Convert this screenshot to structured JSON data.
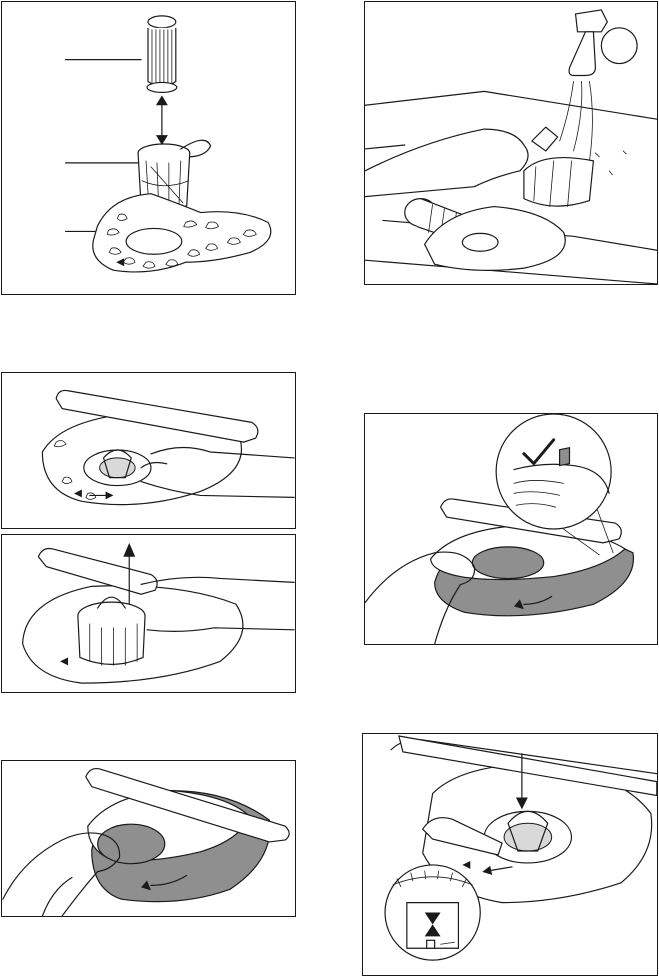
{
  "figures": [
    {
      "id": "fig1",
      "description_icon": "filter-assembly-icon"
    },
    {
      "id": "fig2",
      "description_icon": "rinse-filter-icon"
    },
    {
      "id": "fig3",
      "description_icon": "unlock-filter-icon"
    },
    {
      "id": "fig4",
      "description_icon": "lift-filter-icon"
    },
    {
      "id": "fig5",
      "description_icon": "turn-flat-filter-icon"
    },
    {
      "id": "fig6",
      "description_icon": "check-flat-filter-icon"
    },
    {
      "id": "fig7",
      "description_icon": "insert-filter-icon"
    }
  ],
  "colors": {
    "line": "#1a1a1a",
    "shade": "#8f8f8f",
    "background": "#ffffff"
  }
}
